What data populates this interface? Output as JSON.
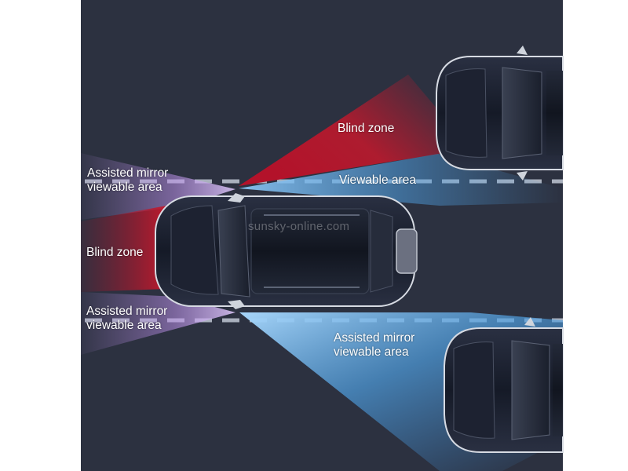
{
  "labels": {
    "blind_zone_right": "Blind zone",
    "viewable_area": "Viewable area",
    "assisted_left_top": [
      "Assisted mirror",
      "viewable area"
    ],
    "blind_zone_left": "Blind zone",
    "assisted_left_bottom": [
      "Assisted mirror",
      "viewable area"
    ],
    "assisted_right_bottom": [
      "Assisted mirror",
      "viewable area"
    ]
  },
  "watermark": "sunsky-online.com",
  "colors": {
    "road": "#2c3140",
    "lane_dash": "#a9b0bd",
    "blind_red": "#c4182c",
    "view_blue": "#4f9fe0",
    "assist_violet": "#b98ee6",
    "car_body": "#1b2030"
  }
}
